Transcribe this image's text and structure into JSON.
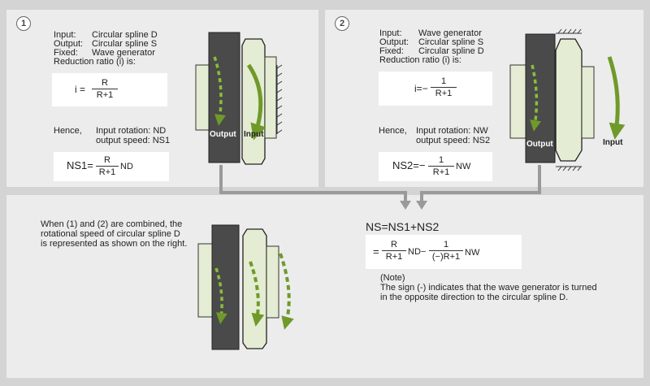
{
  "panel1": {
    "number": "1",
    "labels": [
      "Input:",
      "Output:",
      "Fixed:"
    ],
    "values": [
      "Circular spline D",
      "Circular spline S",
      "Wave generator"
    ],
    "ratio_text": "Reduction ratio (i) is:",
    "formula": {
      "lhs": "i =",
      "num": "R",
      "den": "R+1",
      "tail": ""
    },
    "hence": "Hence,",
    "line1": "Input rotation: ND",
    "line2": "output speed: NS1",
    "result": {
      "lhs": "NS1=",
      "num": "R",
      "den": "R+1",
      "tail": "ND"
    },
    "output_label": "Output",
    "input_label": "Input"
  },
  "panel2": {
    "number": "2",
    "labels": [
      "Input:",
      "Output:",
      "Fixed:"
    ],
    "values": [
      "Wave generator",
      "Circular spline S",
      "Circular spline D"
    ],
    "ratio_text": "Reduction ratio (i) is:",
    "formula": {
      "lhs": "i=−",
      "num": "1",
      "den": "R+1",
      "tail": ""
    },
    "hence": "Hence,",
    "line1": "Input rotation: NW",
    "line2": "output speed: NS2",
    "result": {
      "lhs": "NS2=−",
      "num": "1",
      "den": "R+1",
      "tail": "NW"
    },
    "output_label": "Output",
    "input_label": "Input"
  },
  "bottom": {
    "desc1": "When (1) and (2) are combined, the",
    "desc2": "rotational speed of circular spline D",
    "desc3": "is represented as shown on the right.",
    "ns_line": "NS=NS1+NS2",
    "eq": {
      "lhs": "=",
      "num1": "R",
      "den1": "R+1",
      "mid": "ND−",
      "num2": "1",
      "den2": "(−)R+1",
      "tail": "NW"
    },
    "note_title": "(Note)",
    "note1": "The sign (-) indicates that the wave generator is turned",
    "note2": "in the opposite direction to the circular spline D."
  },
  "colors": {
    "arrow_green": "#6f9a2a",
    "dark_plate": "#4a4a4a",
    "light_plate": "#e4ecd3",
    "connector": "#9a9a9a"
  }
}
